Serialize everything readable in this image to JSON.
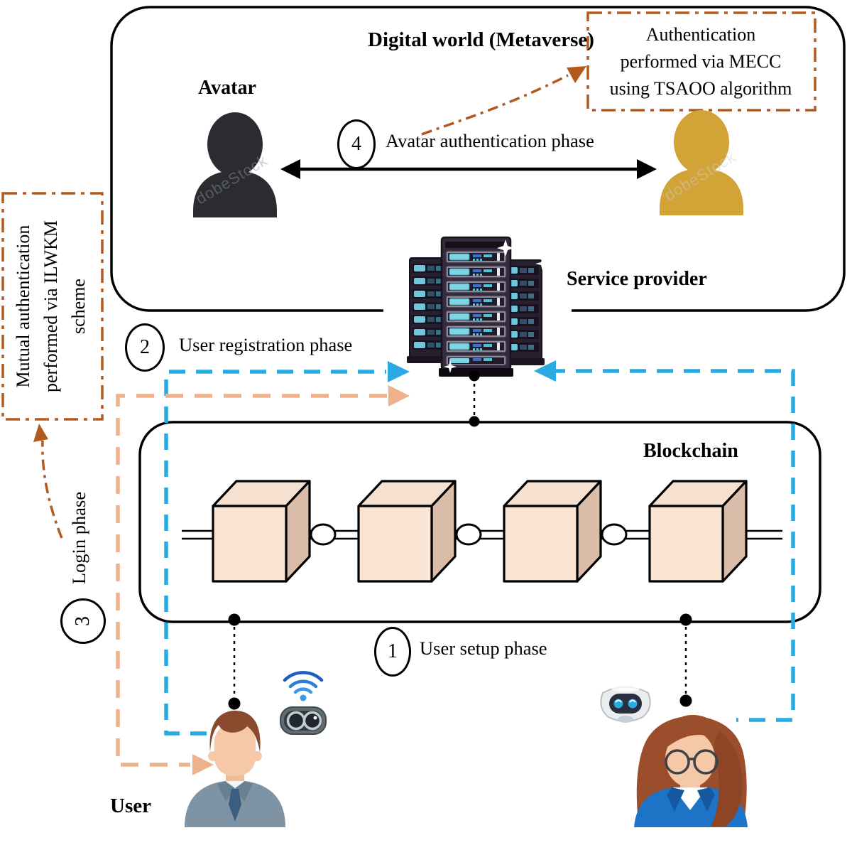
{
  "title": "Digital world (Metaverse)",
  "labels": {
    "avatar": "Avatar",
    "service_provider": "Service provider",
    "blockchain": "Blockchain",
    "user": "User"
  },
  "phases": {
    "setup": {
      "number": "1",
      "label": "User setup phase"
    },
    "registration": {
      "number": "2",
      "label": "User registration phase"
    },
    "login": {
      "number": "3",
      "label": "Login phase"
    },
    "avatar_auth": {
      "number": "4",
      "label": "Avatar authentication phase"
    }
  },
  "notes": {
    "mecc": {
      "lines": [
        "Authentication",
        "performed via MECC",
        "using TSAOO algorithm"
      ]
    },
    "ilwkm": {
      "lines": [
        "Mutual authentication",
        "performed via ILWKM",
        "scheme"
      ]
    }
  },
  "watermark": "dobeStock",
  "colors": {
    "dash_blue": "#29abe2",
    "dash_tan": "#edb28c",
    "dashdot_brown": "#b25a1e",
    "cube_front": "#fae5d5",
    "cube_side": "#d9bda9",
    "cube_top": "#f6e1d1",
    "avatar_dark": "#2a2c31",
    "avatar_gold": "#d2a337"
  }
}
